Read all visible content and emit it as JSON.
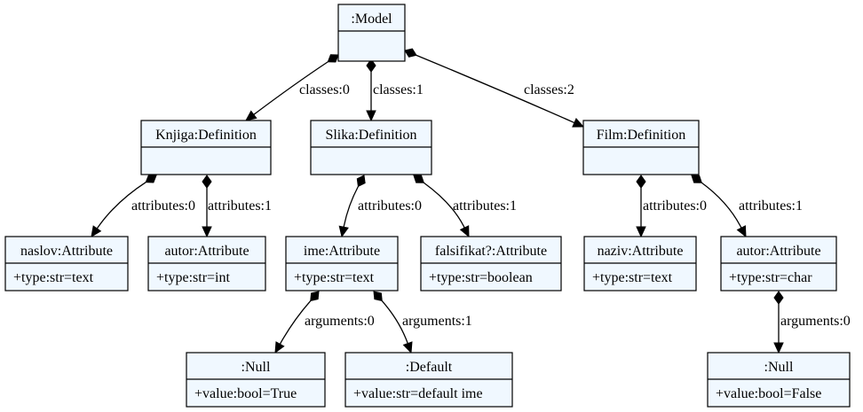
{
  "nodes": [
    {
      "id": "model",
      "title": ":Model",
      "attrs": []
    },
    {
      "id": "knjiga",
      "title": "Knjiga:Definition",
      "attrs": []
    },
    {
      "id": "slika",
      "title": "Slika:Definition",
      "attrs": []
    },
    {
      "id": "film",
      "title": "Film:Definition",
      "attrs": []
    },
    {
      "id": "naslov",
      "title": "naslov:Attribute",
      "attrs": [
        "+type:str=text"
      ]
    },
    {
      "id": "autor1",
      "title": "autor:Attribute",
      "attrs": [
        "+type:str=int"
      ]
    },
    {
      "id": "ime",
      "title": "ime:Attribute",
      "attrs": [
        "+type:str=text"
      ]
    },
    {
      "id": "falsifikat",
      "title": "falsifikat?:Attribute",
      "attrs": [
        "+type:str=boolean"
      ]
    },
    {
      "id": "naziv",
      "title": "naziv:Attribute",
      "attrs": [
        "+type:str=text"
      ]
    },
    {
      "id": "autor2",
      "title": "autor:Attribute",
      "attrs": [
        "+type:str=char"
      ]
    },
    {
      "id": "null1",
      "title": ":Null",
      "attrs": [
        "+value:bool=True"
      ]
    },
    {
      "id": "default1",
      "title": ":Default",
      "attrs": [
        "+value:str=default ime"
      ]
    },
    {
      "id": "null2",
      "title": ":Null",
      "attrs": [
        "+value:bool=False"
      ]
    }
  ],
  "edges": [
    {
      "from": "model",
      "to": "knjiga",
      "label": "classes:0"
    },
    {
      "from": "model",
      "to": "slika",
      "label": "classes:1"
    },
    {
      "from": "model",
      "to": "film",
      "label": "classes:2"
    },
    {
      "from": "knjiga",
      "to": "naslov",
      "label": "attributes:0"
    },
    {
      "from": "knjiga",
      "to": "autor1",
      "label": "attributes:1"
    },
    {
      "from": "slika",
      "to": "ime",
      "label": "attributes:0"
    },
    {
      "from": "slika",
      "to": "falsifikat",
      "label": "attributes:1"
    },
    {
      "from": "film",
      "to": "naziv",
      "label": "attributes:0"
    },
    {
      "from": "film",
      "to": "autor2",
      "label": "attributes:1"
    },
    {
      "from": "ime",
      "to": "null1",
      "label": "arguments:0"
    },
    {
      "from": "ime",
      "to": "default1",
      "label": "arguments:1"
    },
    {
      "from": "autor2",
      "to": "null2",
      "label": "arguments:0"
    }
  ]
}
